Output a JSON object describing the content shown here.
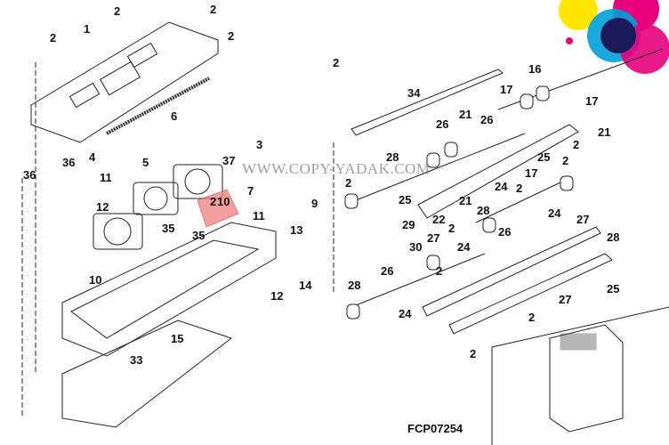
{
  "diagram": {
    "watermark": "WWW.COPY-YADAK.COM",
    "figure_code": "FCP07254",
    "highlighted_part": "12",
    "highlight_color": "#f08080",
    "logo_colors": [
      "#00a0d8",
      "#e8007c",
      "#ffe600",
      "#1a1a5a"
    ],
    "labels": [
      "2",
      "2",
      "2",
      "1",
      "2",
      "2",
      "6",
      "3",
      "36",
      "4",
      "36",
      "5",
      "37",
      "11",
      "7",
      "9",
      "10",
      "12",
      "11",
      "35",
      "35",
      "13",
      "10",
      "14",
      "12",
      "15",
      "33",
      "34",
      "16",
      "17",
      "26",
      "21",
      "26",
      "17",
      "21",
      "2",
      "28",
      "25",
      "2",
      "17",
      "2",
      "24",
      "2",
      "25",
      "21",
      "28",
      "24",
      "27",
      "29",
      "22",
      "2",
      "26",
      "28",
      "30",
      "24",
      "27",
      "26",
      "25",
      "2",
      "28",
      "24",
      "27",
      "2",
      "2",
      "2"
    ]
  }
}
